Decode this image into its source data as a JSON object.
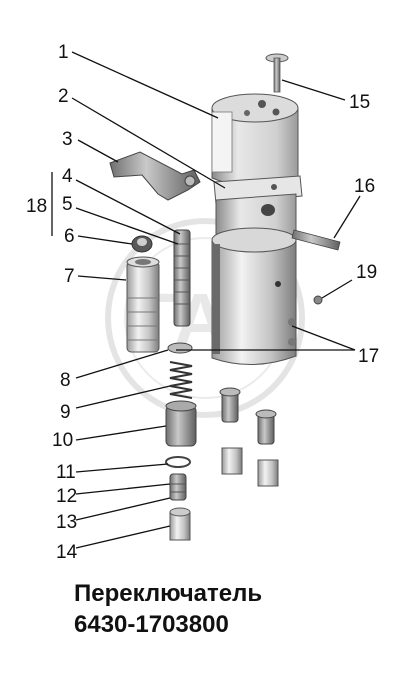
{
  "caption": {
    "title": "Переключатель",
    "code": "6430-1703800"
  },
  "callouts": {
    "c1": "1",
    "c2": "2",
    "c3": "3",
    "c4": "4",
    "c5": "5",
    "c6": "6",
    "c7": "7",
    "c8": "8",
    "c9": "9",
    "c10": "10",
    "c11": "11",
    "c12": "12",
    "c13": "13",
    "c14": "14",
    "c15": "15",
    "c16": "16",
    "c17": "17",
    "c18": "18",
    "c19": "19"
  },
  "watermark": {
    "text": "ГАЗ"
  }
}
